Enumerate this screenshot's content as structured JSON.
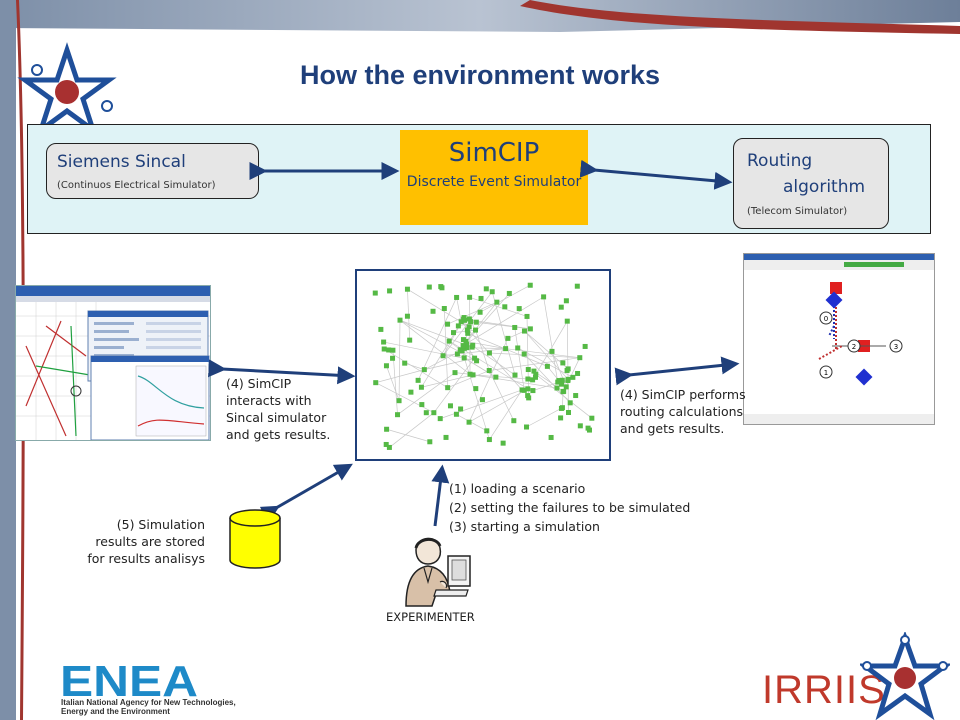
{
  "title": "How the environment works",
  "top_panel": {
    "sincal": {
      "name": "Siemens Sincal",
      "desc": "(Continuos Electrical Simulator)"
    },
    "simcip": {
      "name": "SimCIP",
      "desc": "Discrete Event Simulator"
    },
    "routing": {
      "name_line1": "Routing",
      "name_line2": "algorithm",
      "desc": "(Telecom Simulator)"
    }
  },
  "notes": {
    "sincal_interact": [
      "(4) SimCIP",
      "interacts with",
      "Sincal simulator",
      "and gets results."
    ],
    "routing_interact": [
      "(4) SimCIP  performs",
      "routing calculations",
      "and gets results."
    ],
    "storage": [
      "(5) Simulation",
      "results are stored",
      "for results analisys"
    ],
    "steps": [
      "(1) loading  a scenario",
      "(2) setting the failures to be simulated",
      "(3) starting a simulation"
    ]
  },
  "experimenter_label": "EXPERIMENTER",
  "footer": {
    "enea_logo_text": "ENEA",
    "enea_sub": [
      "Italian National Agency for New Technologies,",
      "Energy and the Environment"
    ],
    "irriis_logo_text": "IRRIIS"
  },
  "routing_shot_nodes": [
    "0",
    "1",
    "2",
    "3"
  ],
  "colors": {
    "title": "#1f3f7a",
    "simcip_bg": "#ffc000",
    "panel_bg": "#dff3f6",
    "arrow": "#1f3f7a",
    "db": "#ffff00",
    "network_node": "#55b945"
  }
}
